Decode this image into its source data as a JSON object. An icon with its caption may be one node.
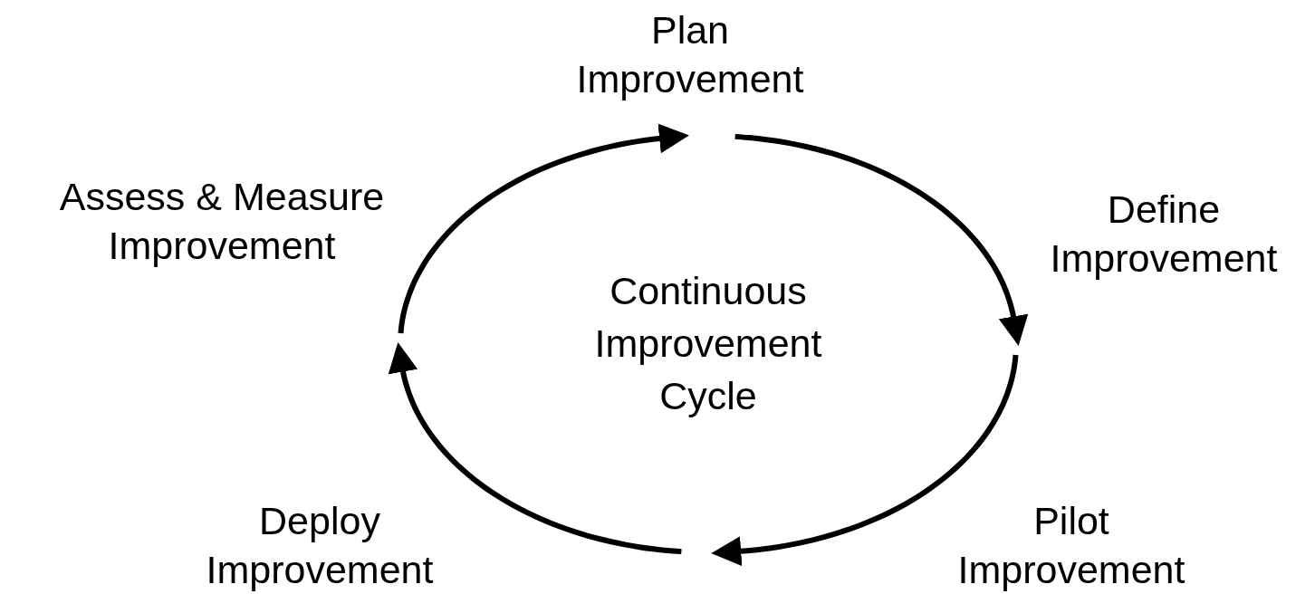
{
  "diagram": {
    "nodes": [
      {
        "text": [
          "Plan Improvement"
        ]
      },
      {
        "text": [
          "Define Improvement"
        ]
      },
      {
        "text": [
          "Pilot Improvement"
        ]
      },
      {
        "text": [
          "Deploy Improvement"
        ]
      },
      {
        "text": [
          "Assess & Measure Improvement"
        ]
      }
    ],
    "edges": [
      {
        "from": 4,
        "to": 0,
        "arrow": "to"
      },
      {
        "from": 0,
        "to": 1,
        "arrow": "to"
      },
      {
        "from": 1,
        "to": null,
        "arrow": "to"
      },
      {
        "from": null,
        "to": 4,
        "arrow": "to"
      }
    ],
    "labels": [
      "Continuous Improvement Cycle"
    ]
  }
}
